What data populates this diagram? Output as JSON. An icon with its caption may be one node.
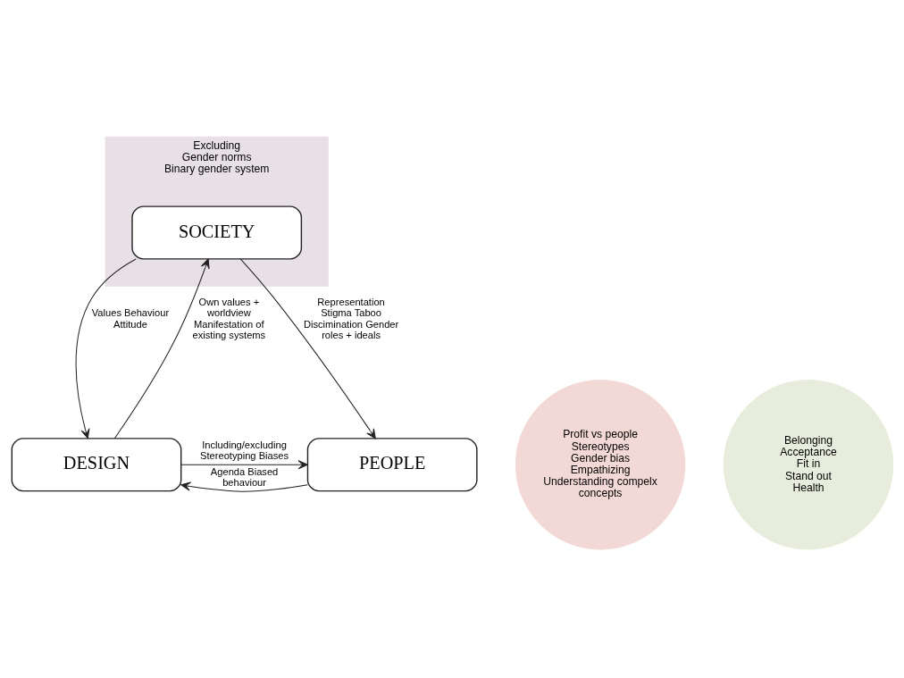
{
  "diagram": {
    "nodes": [
      {
        "text": [
          "Excluding",
          "Gender norms",
          "Binary gender system"
        ]
      },
      {
        "text": [
          "SOCIETY"
        ],
        "in": 0
      },
      {
        "text": [
          "Profit vs people",
          "Stereotypes",
          "Gender bias",
          "Empathizing",
          "Understanding compelx concepts"
        ]
      },
      {
        "text": [
          "DESIGN"
        ]
      },
      {
        "text": [
          "Belonging",
          "Acceptance",
          "Fit in",
          "Stand out",
          "Health"
        ]
      },
      {
        "text": [
          "PEOPLE"
        ]
      }
    ],
    "edges": [
      {
        "from": 1,
        "to": 3,
        "arrow": "to",
        "label": "Values Behaviour Attitude"
      },
      {
        "from": 3,
        "to": 1,
        "arrow": "to",
        "label": "Own values + worldview Manifestation of existing systems"
      },
      {
        "from": 1,
        "to": 5,
        "arrow": "to",
        "label": "Representation Stigma Taboo Discimination Gender roles + ideals"
      },
      {
        "from": 5,
        "to": 3,
        "arrow": "to",
        "label": "Agenda Biased behaviour"
      },
      {
        "from": 3,
        "to": 5,
        "arrow": "to",
        "label": "Including/excluding Stereotyping Biases"
      }
    ]
  }
}
